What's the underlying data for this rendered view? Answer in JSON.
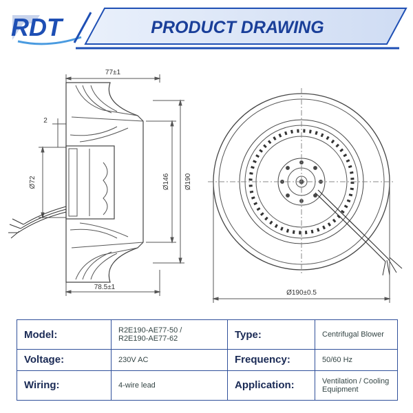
{
  "header": {
    "brand": "RDT",
    "title": "PRODUCT DRAWING"
  },
  "side_view": {
    "dim_width": "77±1",
    "dim_gap": "2",
    "dim_d72": "Ø72",
    "dim_d146": "Ø146",
    "dim_d190": "Ø190",
    "dim_bottom": "78.5±1"
  },
  "front_view": {
    "dim_diameter": "Ø190±0.5"
  },
  "specs": {
    "model_label": "Model:",
    "model_value_1": "R2E190-AE77-50 /",
    "model_value_2": "R2E190-AE77-62",
    "type_label": "Type:",
    "type_value": "Centrifugal Blower",
    "voltage_label": "Voltage:",
    "voltage_value": "230V AC",
    "frequency_label": "Frequency:",
    "frequency_value": "50/60 Hz",
    "wiring_label": "Wiring:",
    "wiring_value": "4-wire lead",
    "application_label": "Application:",
    "application_value": "Ventilation / Cooling Equipment"
  },
  "colors": {
    "brand_blue": "#1e4fb4",
    "line_gray": "#555555",
    "table_border": "#2f4f9a"
  }
}
